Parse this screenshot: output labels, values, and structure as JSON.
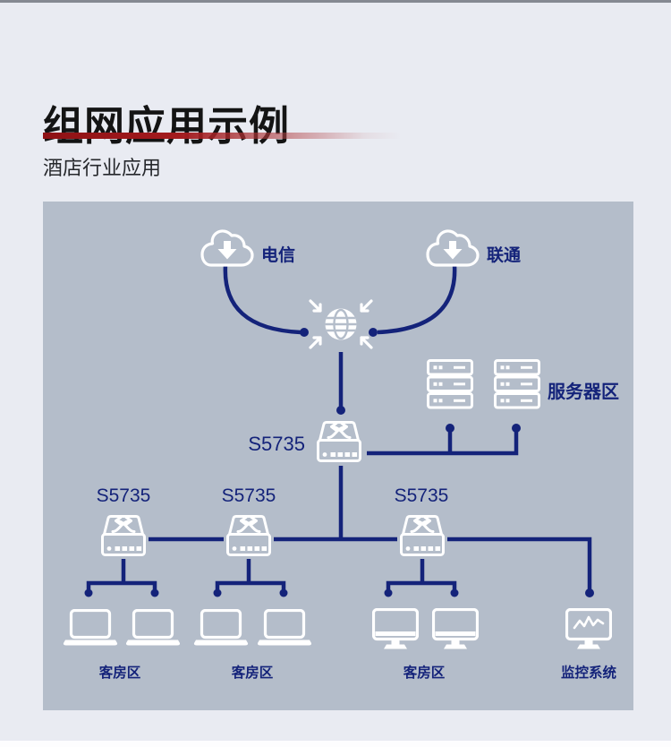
{
  "header": {
    "title": "组网应用示例",
    "subtitle": "酒店行业应用"
  },
  "colors": {
    "page_bg": "#e9ebf2",
    "panel_bg": "#b4bdca",
    "navy": "#14237a",
    "red_bar": "#8e1215",
    "icon_white": "#ffffff",
    "title_text": "#141414"
  },
  "diagram": {
    "isp_left_label": "电信",
    "isp_right_label": "联通",
    "server_area_label": "服务器区",
    "core_switch_label": "S5735",
    "access_switch_labels": [
      "S5735",
      "S5735",
      "S5735"
    ],
    "zone_labels": [
      "客房区",
      "客房区",
      "客房区"
    ],
    "monitoring_label": "监控系统"
  }
}
